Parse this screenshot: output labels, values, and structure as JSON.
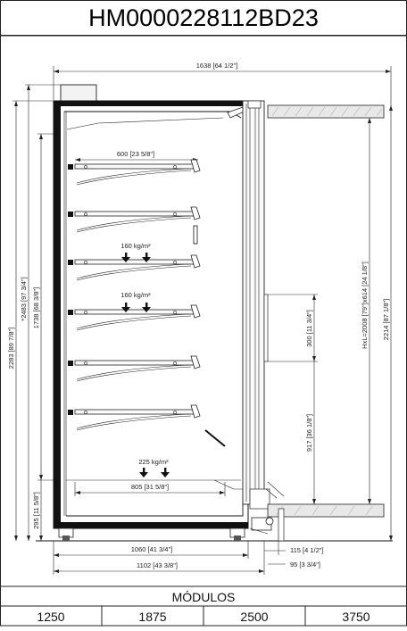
{
  "title": "HM0000228112BD23",
  "dimensions": {
    "overall_depth": "1638 [64 1/2\"]",
    "shelf_depth": "600 [23 5/8\"]",
    "shelf_load_1": "160 kg/m²",
    "shelf_load_2": "160 kg/m²",
    "base_load": "225 kg/m²",
    "base_depth": "805 [31 5/8\"]",
    "body_depth": "1060 [41 3/4\"]",
    "total_depth": "1102 [43 3/8\"]",
    "dim_115": "115 [4 1/2\"]",
    "dim_95": "95 [3 3/4\"]",
    "left_total_height": "2283 [89 7/8\"]",
    "left_height_star": "*2483 [97 3/4\"]",
    "left_height_inner": "1738 [68 3/8\"]",
    "left_base_height": "295 [11 5/8\"]",
    "right_300": "300 [11 3/4\"]",
    "right_917": "917 [36 1/8\"]",
    "right_door": "HxL=2008 [79\"]x614 [24 1/8\"]",
    "right_total": "2214 [87 1/8\"]"
  },
  "modules": {
    "header": "MÓDULOS",
    "values": [
      "1250",
      "1875",
      "2500",
      "3750"
    ]
  }
}
